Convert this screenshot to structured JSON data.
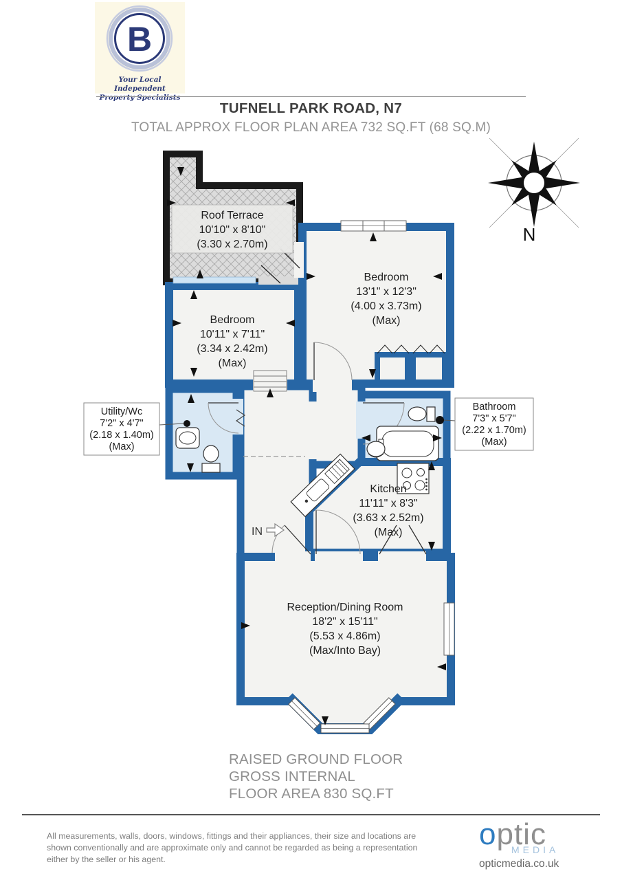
{
  "header": {
    "logo": {
      "letter": "B",
      "tagline_line1": "Your Local Independent",
      "tagline_line2": "Property Specialists"
    },
    "title": "TUFNELL PARK ROAD, N7",
    "subtitle": "TOTAL APPROX FLOOR PLAN AREA 732 SQ.FT (68 SQ.M)"
  },
  "compass": {
    "label": "N"
  },
  "plan": {
    "entrance_label": "IN",
    "rooms": {
      "roof_terrace": {
        "name": "Roof Terrace",
        "dims_ft": "10'10\" x 8'10\"",
        "dims_m": "(3.30 x 2.70m)"
      },
      "bedroom_rear": {
        "name": "Bedroom",
        "dims_ft": "13'1\" x 12'3\"",
        "dims_m": "(4.00 x 3.73m)",
        "max": "(Max)"
      },
      "bedroom_middle": {
        "name": "Bedroom",
        "dims_ft": "10'11\" x 7'11\"",
        "dims_m": "(3.34 x 2.42m)",
        "max": "(Max)"
      },
      "utility_wc": {
        "name": "Utility/Wc",
        "dims_ft": "7'2\" x 4'7\"",
        "dims_m": "(2.18 x 1.40m)",
        "max": "(Max)"
      },
      "bathroom": {
        "name": "Bathroom",
        "dims_ft": "7'3\" x 5'7\"",
        "dims_m": "(2.22 x 1.70m)",
        "max": "(Max)"
      },
      "kitchen": {
        "name": "Kitchen",
        "dims_ft": "11'11\" x 8'3\"",
        "dims_m": "(3.63 x 2.52m)",
        "max": "(Max)"
      },
      "reception": {
        "name": "Reception/Dining Room",
        "dims_ft": "18'2\" x 15'11\"",
        "dims_m": "(5.53 x 4.86m)",
        "max": "(Max/Into Bay)"
      }
    }
  },
  "floor_summary": {
    "line1": "RAISED GROUND FLOOR",
    "line2": "GROSS INTERNAL",
    "line3": "FLOOR AREA 830 SQ.FT"
  },
  "footer": {
    "disclaimer": "All measurements, walls, doors, windows, fittings and their appliances, their size and locations are shown conventionally and are approximate only and cannot be regarded as being a representation either by the seller or his agent.",
    "optic_brand_o": "o",
    "optic_brand_rest": "ptic",
    "optic_media": "MEDIA",
    "optic_url": "opticmedia.co.uk"
  },
  "colors": {
    "wall_blue": "#2766a5",
    "terrace_wall": "#1b1b1b",
    "wet_room_blue": "#d9e8f4",
    "floor": "#f3f3f1",
    "logo_navy": "#2c3a78",
    "logo_cream": "#fcf8e6",
    "optic_blue": "#2e7cc0",
    "optic_media_blue": "#a5c3de"
  }
}
